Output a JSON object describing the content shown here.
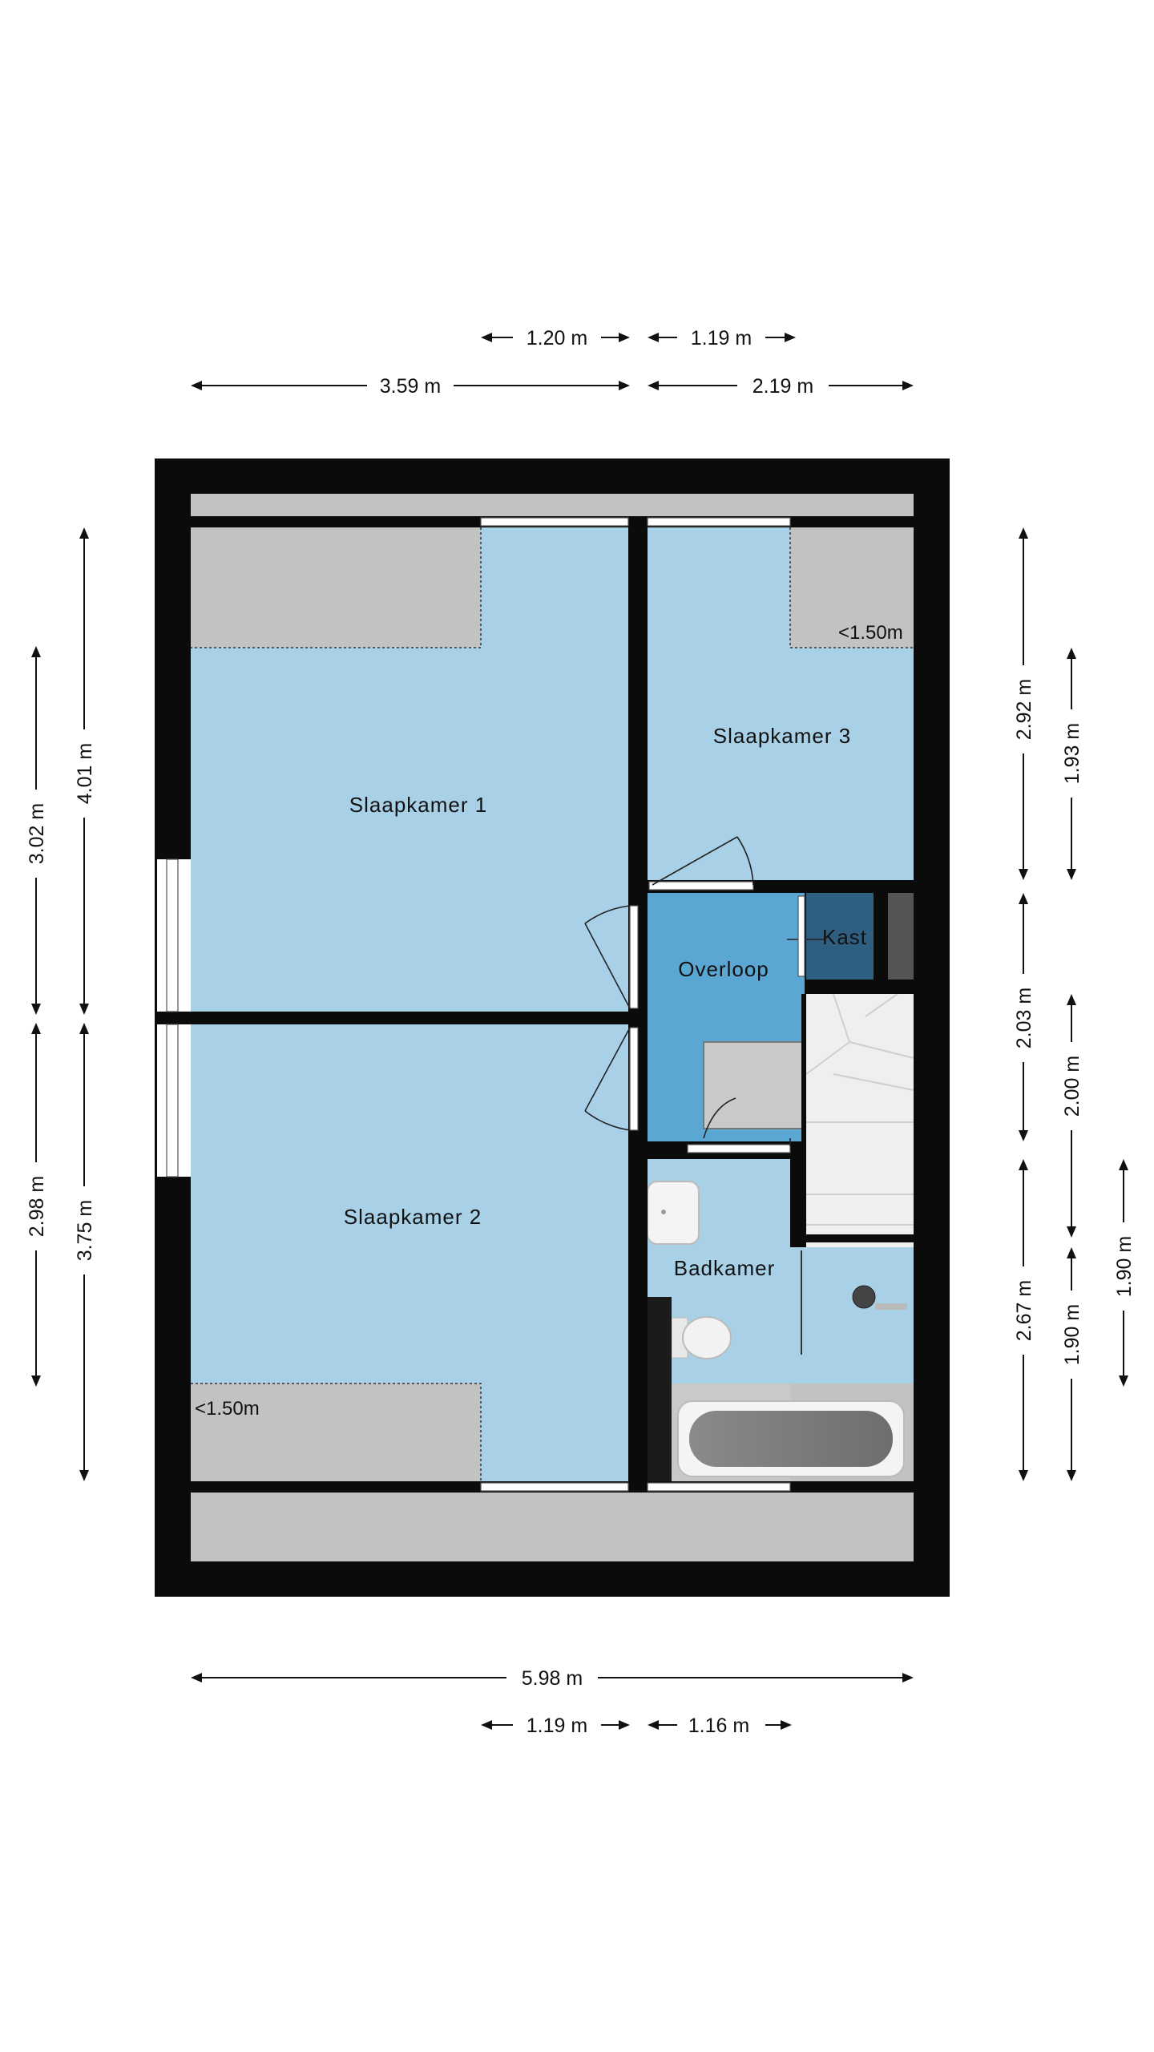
{
  "rooms": {
    "slaapkamer1": "Slaapkamer 1",
    "slaapkamer2": "Slaapkamer 2",
    "slaapkamer3": "Slaapkamer 3",
    "overloop": "Overloop",
    "kast": "Kast",
    "badkamer": "Badkamer"
  },
  "notes": {
    "low_ceiling_slaapkamer3": "<1.50m",
    "low_ceiling_slaapkamer2": "<1.50m"
  },
  "dimensions": {
    "top_row1_left": "1.20 m",
    "top_row1_right": "1.19 m",
    "top_row2_left": "3.59 m",
    "top_row2_right": "2.19 m",
    "bottom_row1": "5.98 m",
    "bottom_row2_left": "1.19 m",
    "bottom_row2_right": "1.16 m",
    "left_outer_top": "3.02 m",
    "left_outer_bottom": "2.98 m",
    "left_inner_top": "4.01 m",
    "left_inner_bottom": "3.75 m",
    "right_inner_1": "2.92 m",
    "right_inner_2": "2.03 m",
    "right_inner_3": "2.67 m",
    "right_mid_1": "1.93 m",
    "right_mid_2": "2.00 m",
    "right_mid_3": "1.90 m",
    "right_outer_1": "1.90 m"
  },
  "colors": {
    "wall": "#0b0b0b",
    "bedroom": "#a8d1e8",
    "landing": "#5aa7d3",
    "closet": "#2f5f80",
    "low_area": "#c2c2c2",
    "stairs": "#eeeeee"
  }
}
